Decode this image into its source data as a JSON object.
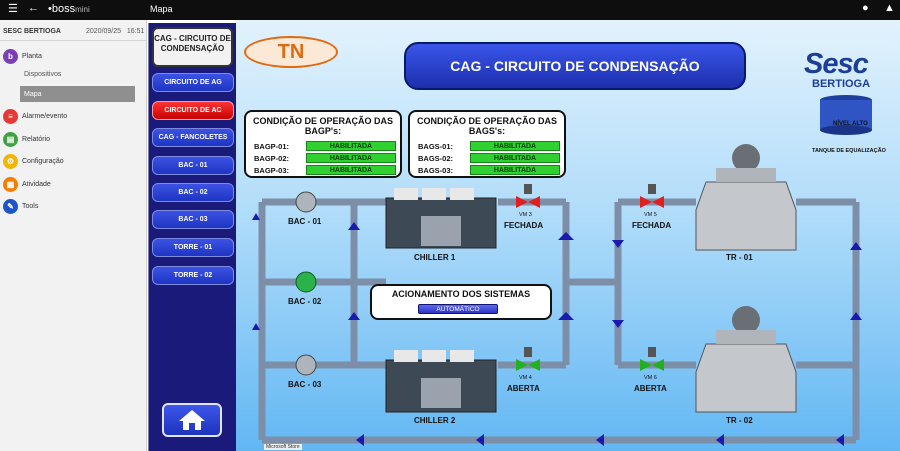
{
  "topbar": {
    "brand": "boss",
    "brand_suffix": "mini",
    "breadcrumb": "Mapa"
  },
  "sidebar": {
    "site": "SESC BERTIOGA",
    "date": "2020/09/25",
    "time": "16:51",
    "items": [
      {
        "label": "Planta",
        "icon": "plant-icon",
        "color": "#7a3fb5"
      },
      {
        "label": "Dispositivos",
        "sub": true
      },
      {
        "label": "Mapa",
        "sub": true,
        "active": true
      },
      {
        "label": "Alarme/evento",
        "icon": "alarm-icon",
        "color": "#e53935"
      },
      {
        "label": "Relatório",
        "icon": "report-icon",
        "color": "#43a047"
      },
      {
        "label": "Configuração",
        "icon": "config-icon",
        "color": "#f4b400"
      },
      {
        "label": "Atividade",
        "icon": "activity-icon",
        "color": "#f57c00"
      },
      {
        "label": "Tools",
        "icon": "tools-icon",
        "color": "#1e56c9"
      }
    ]
  },
  "menu": {
    "title": "CAG - CIRCUITO DE CONDENSAÇÃO",
    "buttons": [
      {
        "label": "CIRCUITO DE AG",
        "color": "blue"
      },
      {
        "label": "CIRCUITO DE AC",
        "color": "red"
      },
      {
        "label": "CAG - FANCOLETES",
        "color": "blue"
      },
      {
        "label": "BAC - 01",
        "color": "blue"
      },
      {
        "label": "BAC - 02",
        "color": "blue"
      },
      {
        "label": "BAC - 03",
        "color": "blue"
      },
      {
        "label": "TORRE - 01",
        "color": "blue"
      },
      {
        "label": "TORRE - 02",
        "color": "blue"
      }
    ]
  },
  "diagram": {
    "logo_text": "TN",
    "banner": "CAG - CIRCUITO DE CONDENSAÇÃO",
    "bagp": {
      "title": "CONDIÇÃO DE OPERAÇÃO DAS BAGP's:",
      "rows": [
        {
          "label": "BAGP-01:",
          "status": "HABILITADA"
        },
        {
          "label": "BAGP-02:",
          "status": "HABILITADA"
        },
        {
          "label": "BAGP-03:",
          "status": "HABILITADA"
        }
      ]
    },
    "bags": {
      "title": "CONDIÇÃO DE OPERAÇÃO DAS BAGS's:",
      "rows": [
        {
          "label": "BAGS-01:",
          "status": "HABILITADA"
        },
        {
          "label": "BAGS-02:",
          "status": "HABILITADA"
        },
        {
          "label": "BAGS-03:",
          "status": "HABILITADA"
        }
      ]
    },
    "acionamento": {
      "title": "ACIONAMENTO DOS SISTEMAS",
      "mode": "AUTOMÁTICO"
    },
    "pumps": [
      "BAC - 01",
      "BAC - 02",
      "BAC - 03"
    ],
    "chillers": [
      "CHILLER 1",
      "CHILLER 2"
    ],
    "towers": [
      "TR - 01",
      "TR - 02"
    ],
    "valves": [
      {
        "id": "VM 3",
        "state": "FECHADA",
        "color": "#e02020"
      },
      {
        "id": "VM 4",
        "state": "ABERTA",
        "color": "#22b022"
      },
      {
        "id": "VM 5",
        "state": "FECHADA",
        "color": "#e02020"
      },
      {
        "id": "VM 6",
        "state": "ABERTA",
        "color": "#22b022"
      }
    ],
    "brand": {
      "name": "Sesc",
      "unit": "BERTIOGA"
    },
    "tank": {
      "level": "NÍVEL ALTO",
      "label": "TANQUE DE EQUALIZAÇÃO"
    }
  },
  "taskbar_hint": "Microsoft Store"
}
